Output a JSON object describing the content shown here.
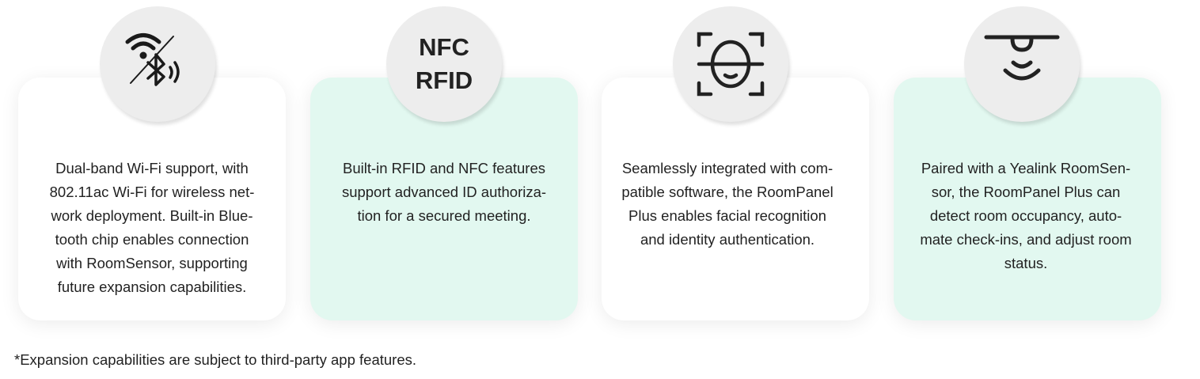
{
  "features": [
    {
      "icon": "wifi-bluetooth-icon",
      "lines": [
        "Dual-band Wi-Fi support, with",
        "802.11ac Wi-Fi for wireless net-",
        "work deployment. Built-in Blue-",
        "tooth chip enables connection",
        "with RoomSensor, supporting",
        "future expansion capabilities."
      ]
    },
    {
      "icon": "nfc-rfid-icon",
      "icon_text": [
        "NFC",
        "RFID"
      ],
      "lines": [
        "Built-in RFID and NFC features",
        "support advanced ID authoriza-",
        "tion for a secured meeting."
      ]
    },
    {
      "icon": "face-recognition-icon",
      "lines": [
        "Seamlessly integrated with com-",
        "patible software, the RoomPanel",
        "Plus enables facial recognition",
        "and identity authentication."
      ]
    },
    {
      "icon": "room-sensor-icon",
      "lines": [
        "Paired with a Yealink RoomSen-",
        "sor, the RoomPanel Plus can",
        "detect room occupancy, auto-",
        "mate check-ins, and adjust room",
        "status."
      ]
    }
  ],
  "footnote": "*Expansion capabilities are subject to third-party app features.",
  "colors": {
    "mint": "#e2f8f0",
    "circle": "#ededed",
    "text": "#222222"
  }
}
